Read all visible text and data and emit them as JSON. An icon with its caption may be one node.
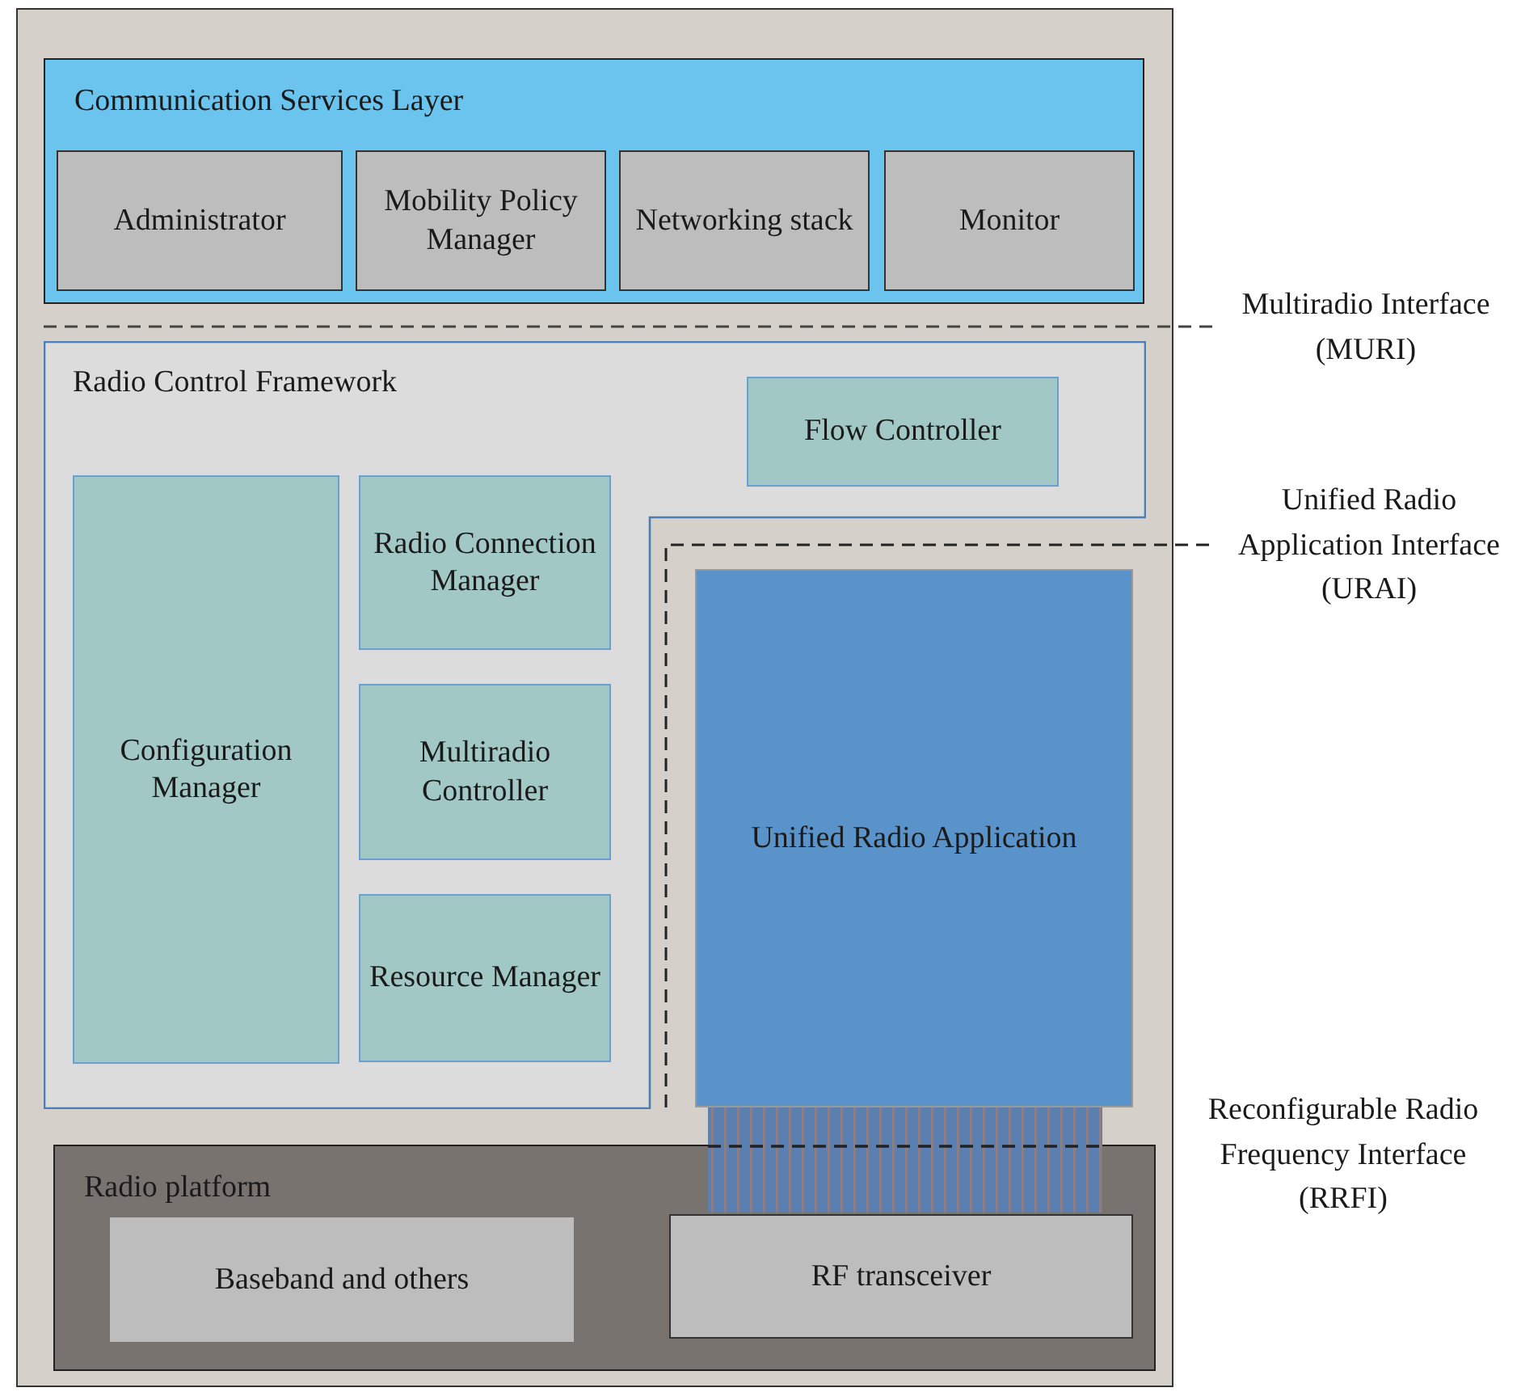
{
  "diagram": {
    "nodes": [
      {
        "text": [
          "Communication Services Layer"
        ]
      },
      {
        "text": [
          "Administrator"
        ],
        "in": 0
      },
      {
        "text": [
          "Mobility Policy Manager"
        ],
        "in": 0
      },
      {
        "text": [
          "Networking stack"
        ],
        "in": 0
      },
      {
        "text": [
          "Monitor"
        ],
        "in": 0
      },
      {
        "text": [
          "Radio Control Framework"
        ]
      },
      {
        "text": [
          "Flow Controller"
        ],
        "in": 5
      },
      {
        "text": [
          "Configuration Manager"
        ],
        "in": 5
      },
      {
        "text": [
          "Radio Connection Manager"
        ],
        "in": 5
      },
      {
        "text": [
          "Multiradio Controller"
        ],
        "in": 5
      },
      {
        "text": [
          "Resource Manager"
        ],
        "in": 5
      },
      {
        "text": [
          "Unified Radio Application"
        ]
      },
      {
        "text": [
          "Radio platform"
        ]
      },
      {
        "text": [
          "Baseband and others"
        ],
        "in": 12
      },
      {
        "text": [
          "RF transceiver"
        ],
        "in": 12
      }
    ],
    "edges": [
      {
        "from": 11,
        "to": 14,
        "arrow": "none",
        "style": "thick"
      }
    ],
    "labels": [
      "Multiradio Interface (MURI)",
      "Unified Radio Application Interface (URAI)",
      "Reconfigurable Radio Frequency Interface (RRFI)"
    ]
  }
}
